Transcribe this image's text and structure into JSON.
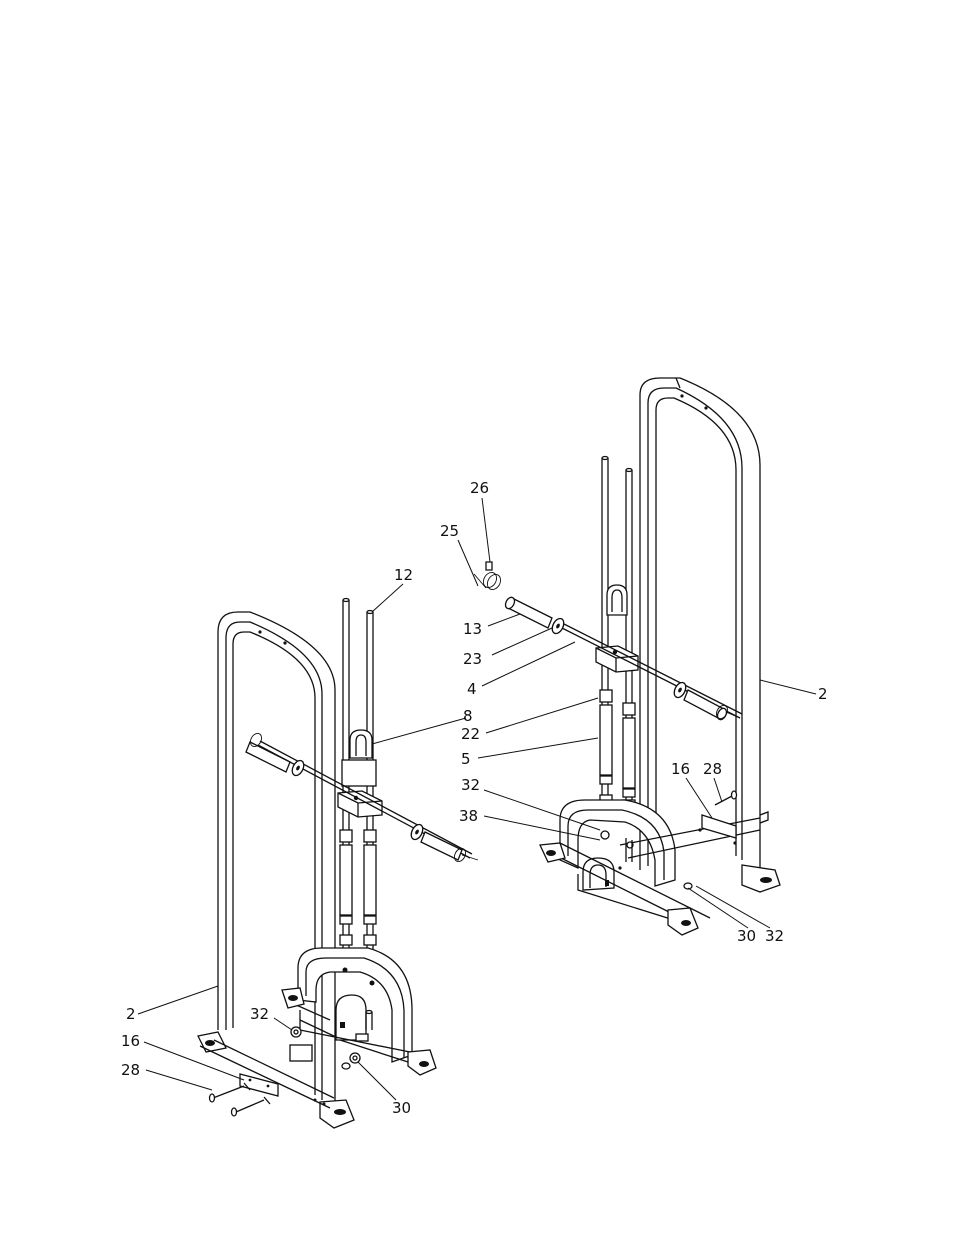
{
  "diagram": {
    "callouts": {
      "right_frame": [
        "26",
        "25",
        "12",
        "13",
        "23",
        "4",
        "2",
        "8",
        "22",
        "5",
        "32",
        "16",
        "28",
        "38",
        "30",
        "32"
      ],
      "left_frame": [
        "2",
        "32",
        "16",
        "28",
        "30"
      ]
    }
  }
}
